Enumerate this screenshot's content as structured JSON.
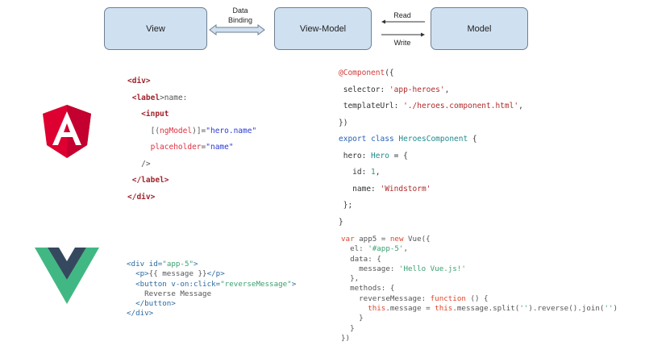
{
  "diagram": {
    "boxes": [
      "View",
      "View-Model",
      "Model"
    ],
    "binding_label_line1": "Data",
    "binding_label_line2": "Binding",
    "read_label": "Read",
    "write_label": "Write",
    "colors": {
      "box_fill": "#cfe0f1",
      "box_border": "#6f7f91"
    }
  },
  "angular": {
    "logo": "angular-logo-icon",
    "template_lines": [
      [
        "<",
        "div",
        ">"
      ],
      [
        " <",
        "label",
        ">name:"
      ],
      [
        "   <",
        "input",
        ""
      ],
      [
        "     [(",
        "ngModel",
        ")]=",
        "\"hero.name\""
      ],
      [
        "     ",
        "placeholder",
        "=",
        "\"name\""
      ],
      [
        "   />"
      ],
      [
        " </",
        "label",
        ">"
      ],
      [
        "</",
        "div",
        ">"
      ]
    ],
    "component_lines": {
      "l1_dec": "@Component",
      "l1_rest": "({",
      "l2_key": " selector: ",
      "l2_val": "'app-heroes'",
      "l2_end": ",",
      "l3_key": " templateUrl: ",
      "l3_val": "'./heroes.component.html'",
      "l3_end": ",",
      "l4": "})",
      "l5_kw1": "export",
      "l5_kw2": "class",
      "l5_cls": "HeroesComponent",
      "l5_end": " {",
      "l6_key": " hero: ",
      "l6_type": "Hero",
      "l6_end": " = {",
      "l7_key": "   id: ",
      "l7_val": "1",
      "l7_end": ",",
      "l8_key": "   name: ",
      "l8_val": "'Windstorm'",
      "l9": " };",
      "l10": "}"
    }
  },
  "vue": {
    "logo": "vue-logo-icon",
    "template": {
      "l1_a": "<div ",
      "l1_attr": "id=",
      "l1_val": "\"app-5\"",
      "l1_b": ">",
      "l2_a": "  <p>",
      "l2_text": "{{ message }}",
      "l2_b": "</p>",
      "l3_a": "  <button ",
      "l3_attr": "v-on:click=",
      "l3_val": "\"reverseMessage\"",
      "l3_b": ">",
      "l4": "    Reverse Message",
      "l5": "  </button>",
      "l6": "</div>"
    },
    "script": {
      "l1_kw": "var",
      "l1_a": " app5 = ",
      "l1_kw2": "new",
      "l1_b": " Vue({",
      "l2_key": "  el: ",
      "l2_val": "'#app-5'",
      "l2_end": ",",
      "l3": "  data: {",
      "l4_key": "    message: ",
      "l4_val": "'Hello Vue.js!'",
      "l5": "  },",
      "l6": "  methods: {",
      "l7_key": "    reverseMessage: ",
      "l7_kw": "function",
      "l7_end": " () {",
      "l8_ind": "      ",
      "l8_kw": "this",
      "l8_a": ".message = ",
      "l8_kw2": "this",
      "l8_b": ".message.split(",
      "l8_s1": "''",
      "l8_c": ").reverse().join(",
      "l8_s2": "''",
      "l8_d": ")",
      "l9": "    }",
      "l10": "  }",
      "l11": "})"
    }
  }
}
